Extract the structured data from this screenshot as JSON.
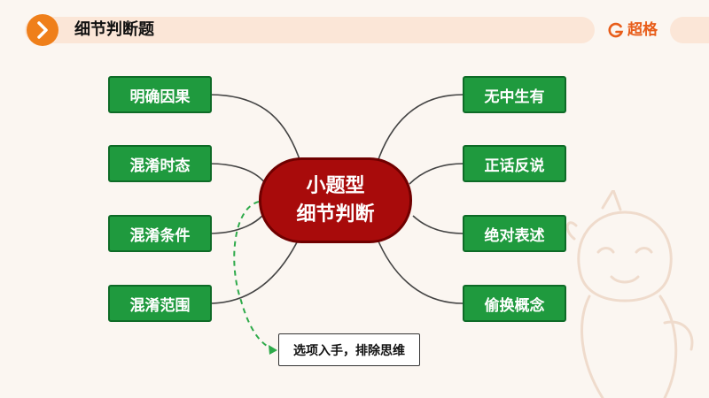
{
  "header": {
    "title": "细节判断题",
    "brand": "超格"
  },
  "center": {
    "line1": "小题型",
    "line2": "细节判断"
  },
  "left_branches": [
    "明确因果",
    "混淆时态",
    "混淆条件",
    "混淆范围"
  ],
  "right_branches": [
    "无中生有",
    "正话反说",
    "绝对表述",
    "偷换概念"
  ],
  "tip": "选项入手，排除思维",
  "colors": {
    "accent": "#ef7f1a",
    "brand": "#e85d1a",
    "node_green": "#1f9a3e",
    "center_red": "#a80b0b",
    "dashed_arrow": "#2eaa4a"
  },
  "icons": [
    "chevron-right-icon",
    "brand-logo-icon",
    "mascot-illustration"
  ]
}
